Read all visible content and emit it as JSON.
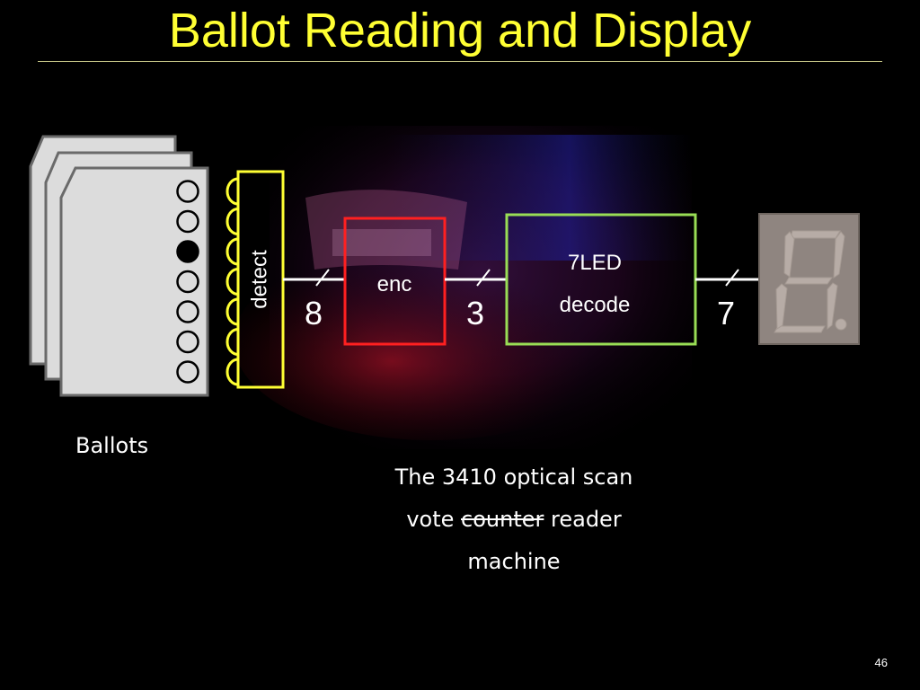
{
  "slide": {
    "title": "Ballot Reading and Display",
    "page_number": "46"
  },
  "diagram": {
    "ballots_label": "Ballots",
    "detect_label": "detect",
    "enc_label": "enc",
    "decoder_label_line1": "7LED",
    "decoder_label_line2": "decode",
    "bus_widths": {
      "detect_to_enc": "8",
      "enc_to_decode": "3",
      "decode_to_display": "7"
    },
    "ballot_marks": [
      false,
      false,
      true,
      false,
      false,
      false,
      false
    ],
    "display_digit": "8",
    "colors": {
      "title": "#ffff33",
      "detect_outline": "#ffff33",
      "enc_outline": "#ff2020",
      "decode_outline": "#99dd55",
      "ballot_fill": "#dcdcdc",
      "display_body": "#8f8580"
    }
  },
  "caption": {
    "line1": "The 3410 optical scan",
    "line2_start": "vote",
    "line2_struck": "counter",
    "line2_end": "reader",
    "line3": "machine"
  }
}
